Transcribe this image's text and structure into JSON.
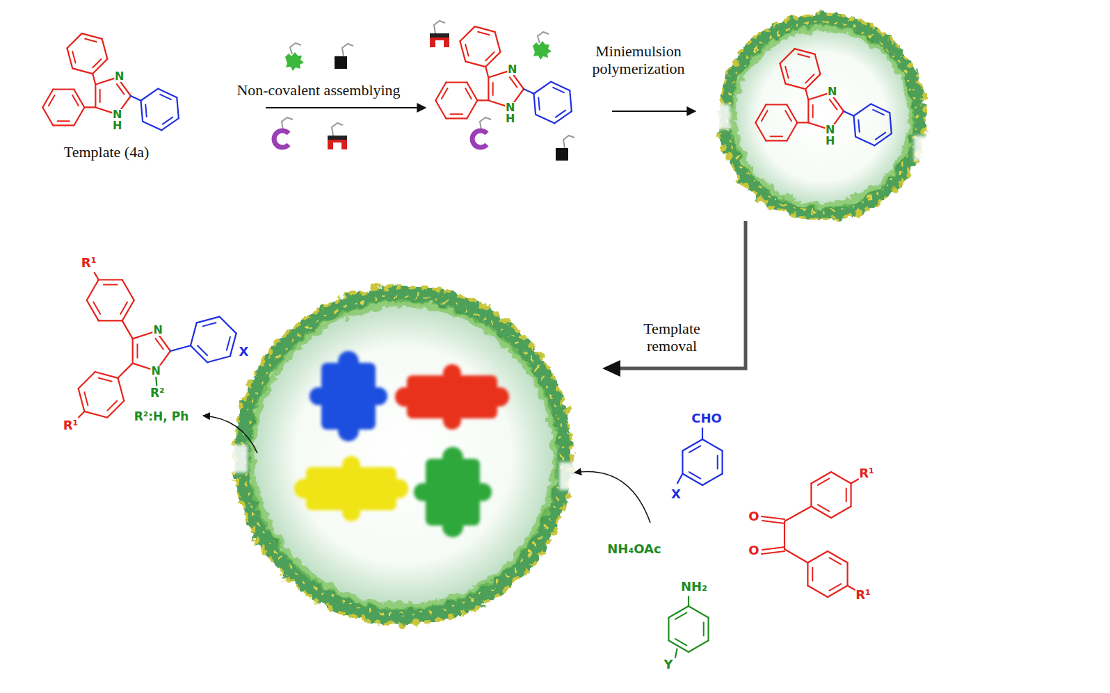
{
  "diagram": {
    "labels": [
      "N",
      "N",
      "H",
      "Template (4a)",
      "Non-covalent assemblying",
      "N",
      "N",
      "H",
      "Miniemulsion polymerization",
      "N",
      "N",
      "H",
      "Template removal",
      "R¹",
      "N",
      "N",
      "R²",
      "X",
      "R¹",
      "R²:H, Ph",
      "CHO",
      "X",
      "NH₄OAc",
      "O",
      "O",
      "R¹",
      "R¹",
      "NH₂",
      "Y"
    ]
  }
}
